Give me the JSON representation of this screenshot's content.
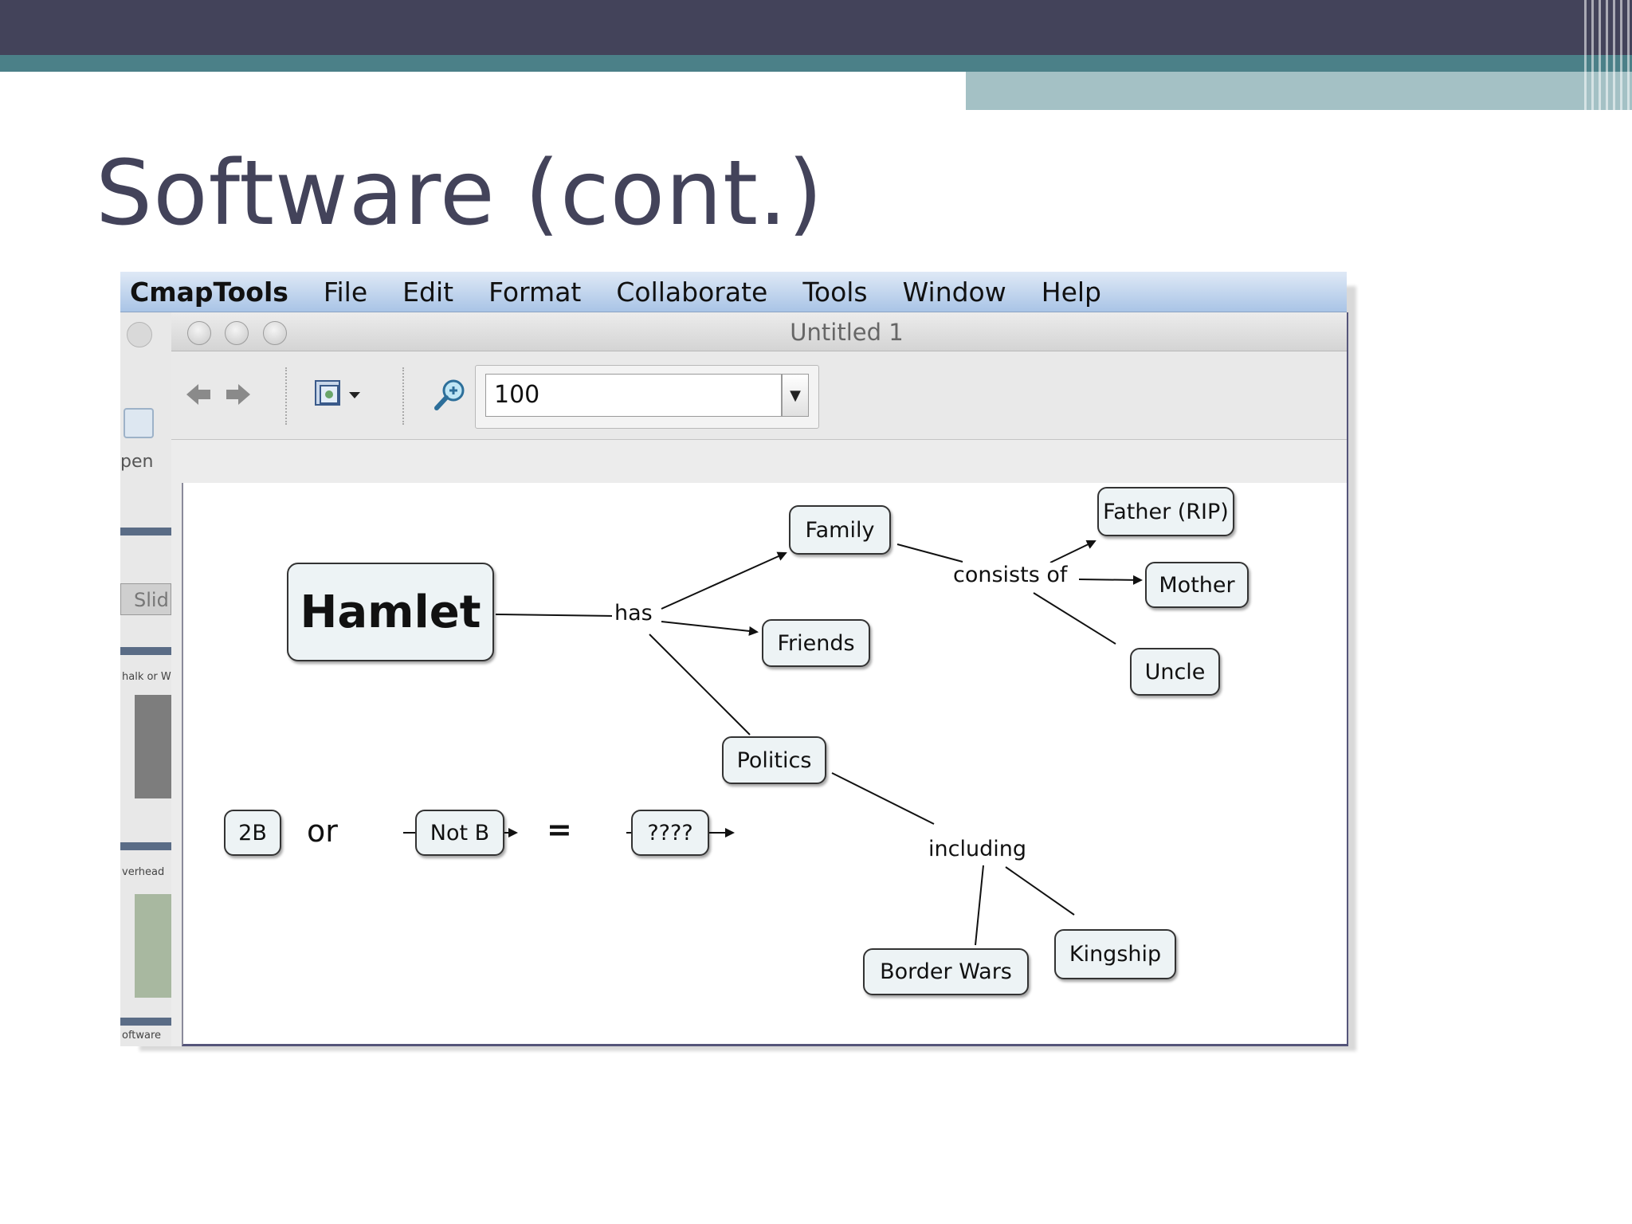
{
  "slide": {
    "title": "Software (cont.)"
  },
  "menubar": {
    "app_name": "CmapTools",
    "items": [
      "File",
      "Edit",
      "Format",
      "Collaborate",
      "Tools",
      "Window",
      "Help"
    ]
  },
  "behind_window": {
    "open_label": "pen",
    "tab_label": "Slid",
    "thumb_labels": [
      "halk or W",
      "verhead",
      "oftware"
    ]
  },
  "window": {
    "title": "Untitled 1",
    "zoom_value": "100"
  },
  "icons": {
    "back": "back-arrow-icon",
    "forward": "forward-arrow-icon",
    "views": "views-icon",
    "zoom": "zoom-icon"
  },
  "concept_map": {
    "concepts": {
      "hamlet": "Hamlet",
      "family": "Family",
      "friends": "Friends",
      "politics": "Politics",
      "father": "Father (RIP)",
      "mother": "Mother",
      "uncle": "Uncle",
      "border_wars": "Border Wars",
      "kingship": "Kingship",
      "twob": "2B",
      "notb": "Not B",
      "unknown": "????"
    },
    "links": {
      "has": "has",
      "consists_of": "consists of",
      "including": "including",
      "or": "or",
      "equals": "="
    }
  },
  "colors": {
    "slide_dark": "#43435a",
    "slide_teal": "#4b8088",
    "slide_light": "#a4c1c5",
    "node_fill": "#edf3f5"
  }
}
